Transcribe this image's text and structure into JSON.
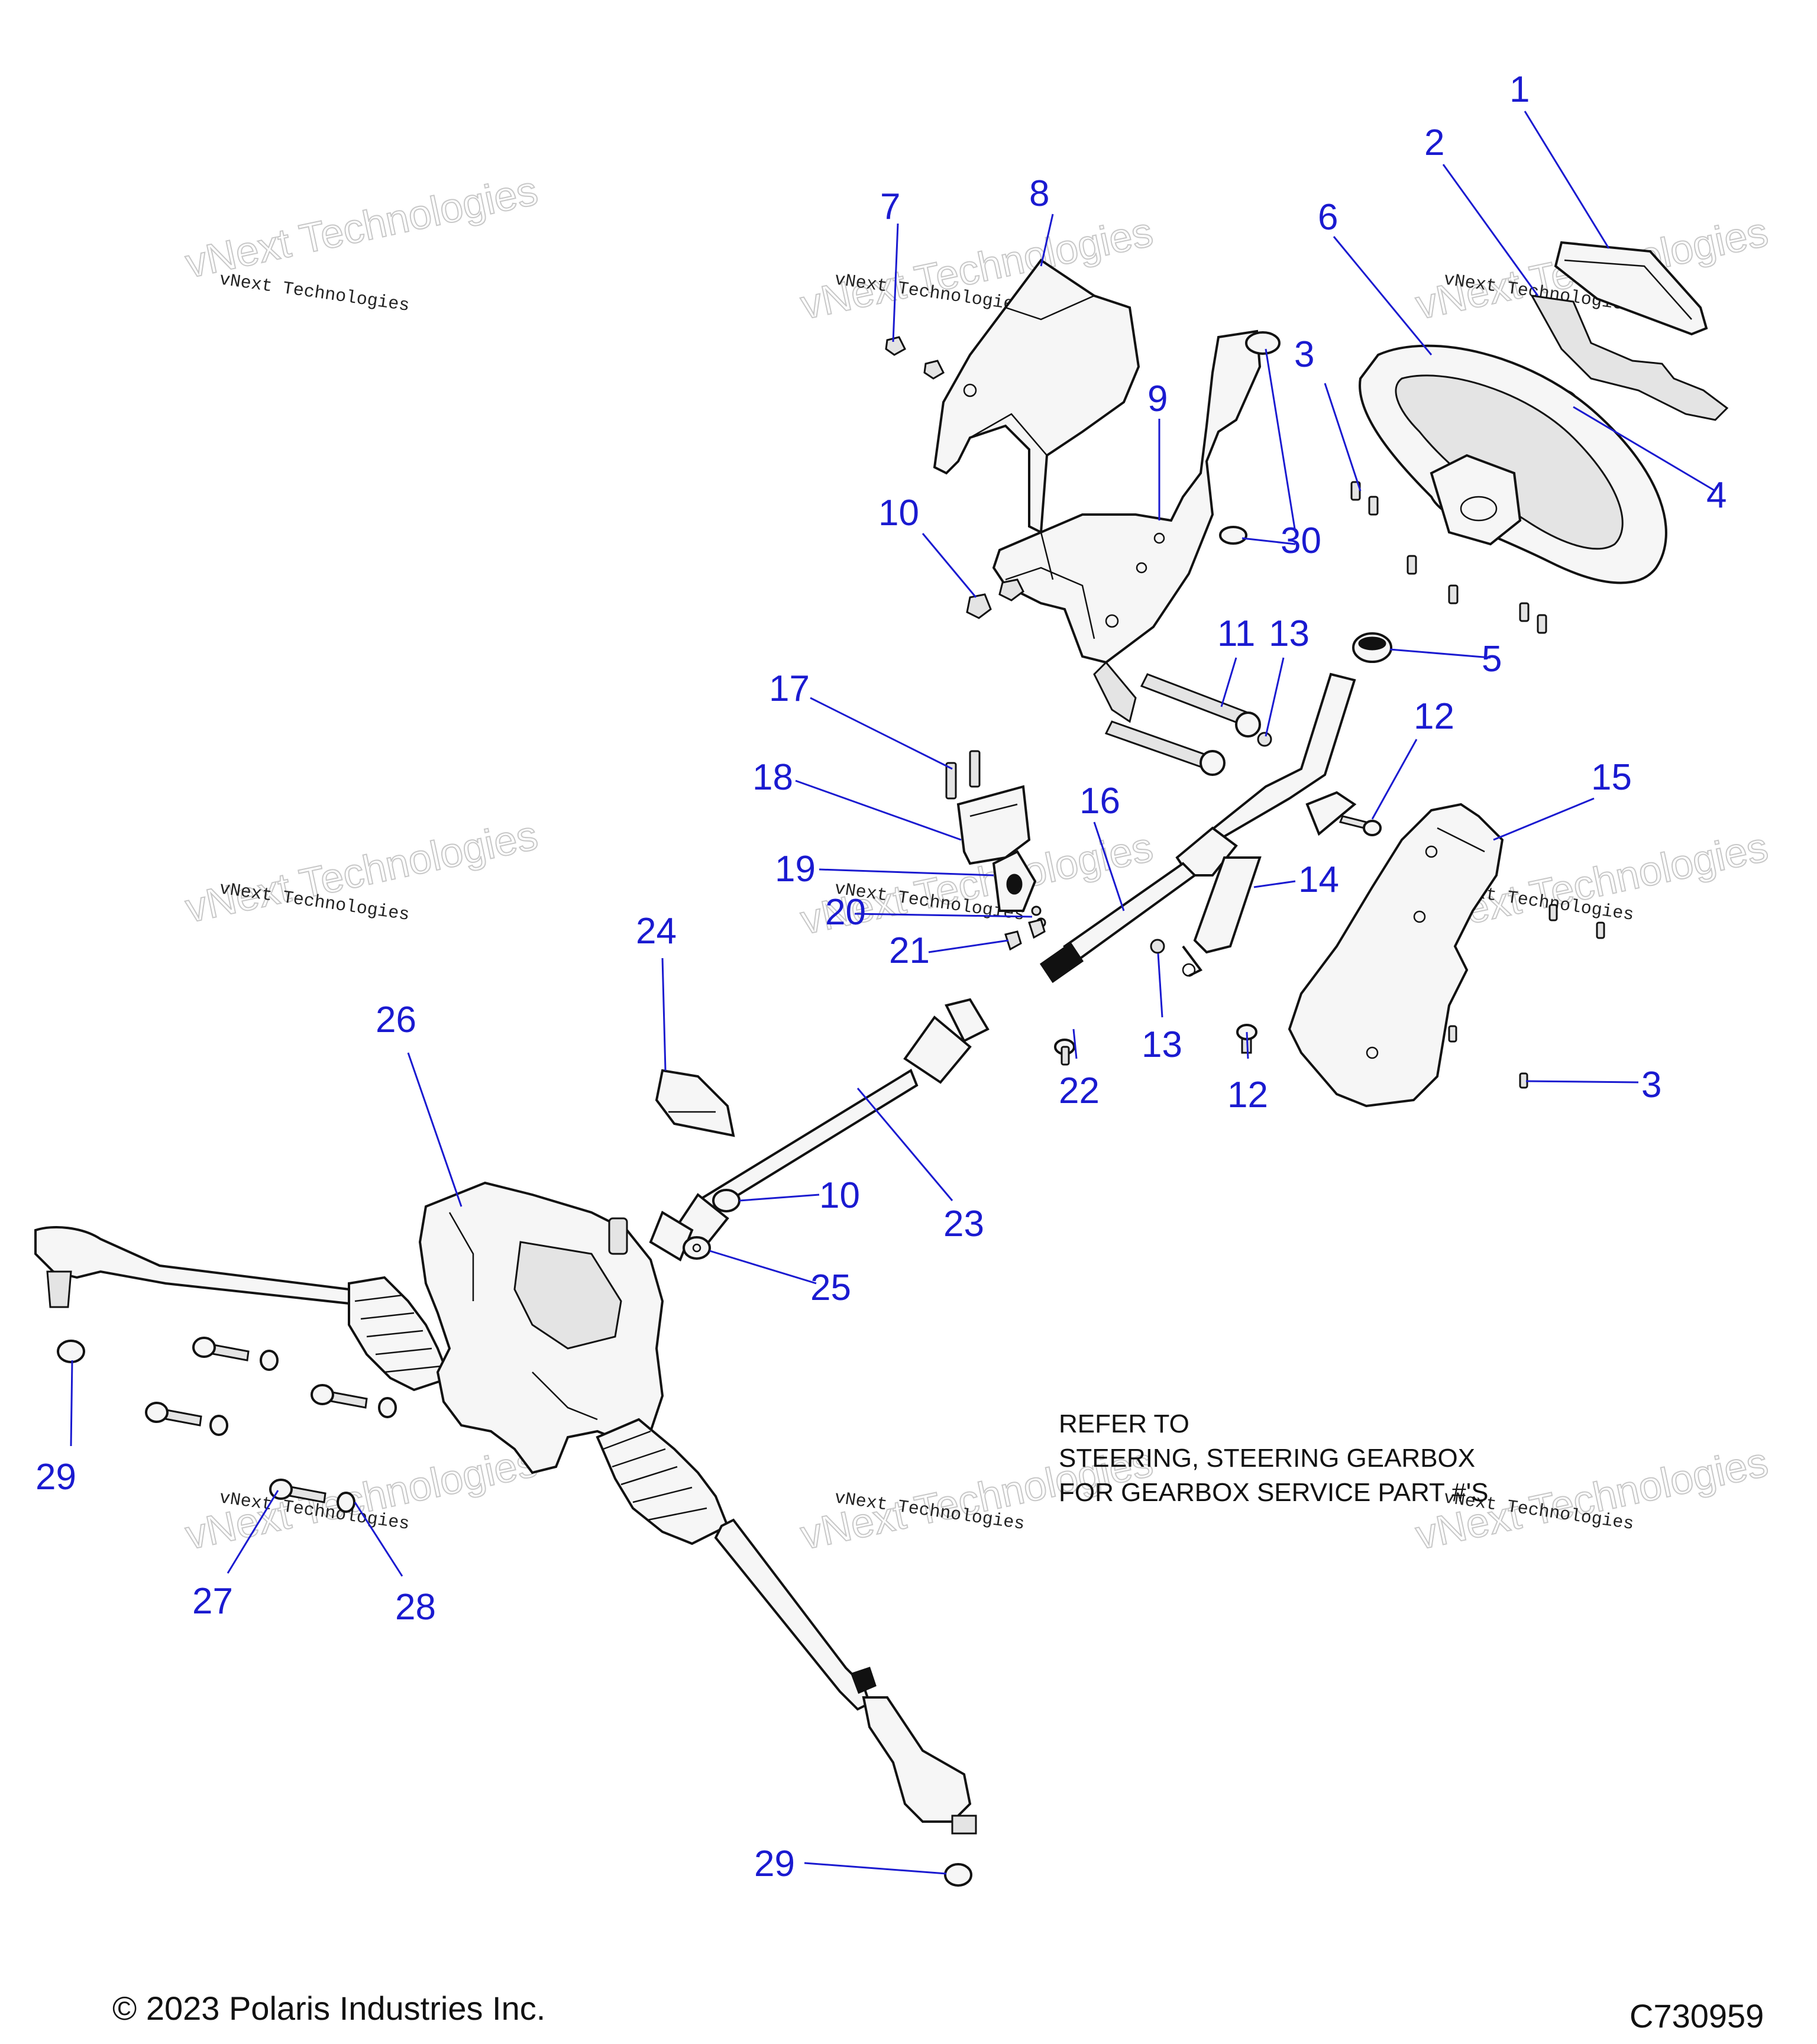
{
  "callouts": {
    "c1": "1",
    "c2": "2",
    "c3a": "3",
    "c3b": "3",
    "c4": "4",
    "c5": "5",
    "c6": "6",
    "c7": "7",
    "c8": "8",
    "c9": "9",
    "c10a": "10",
    "c10b": "10",
    "c11": "11",
    "c12a": "12",
    "c12b": "12",
    "c13a": "13",
    "c13b": "13",
    "c14": "14",
    "c15": "15",
    "c16": "16",
    "c17": "17",
    "c18": "18",
    "c19": "19",
    "c20": "20",
    "c21": "21",
    "c22": "22",
    "c23": "23",
    "c24": "24",
    "c25": "25",
    "c26": "26",
    "c27": "27",
    "c28": "28",
    "c29a": "29",
    "c29b": "29",
    "c30": "30"
  },
  "watermark": {
    "large": "vNext Technologies",
    "small": "vNext Technologies"
  },
  "note": {
    "line1": "REFER TO",
    "line2": "STEERING, STEERING GEARBOX",
    "line3": "FOR GEARBOX SERVICE PART #'S"
  },
  "footer": {
    "copyright": "© 2023 Polaris Industries Inc.",
    "figure_id": "C730959"
  },
  "colors": {
    "callout": "#1a1ad0",
    "linework": "#111111",
    "watermark": "#c8c8c8"
  }
}
